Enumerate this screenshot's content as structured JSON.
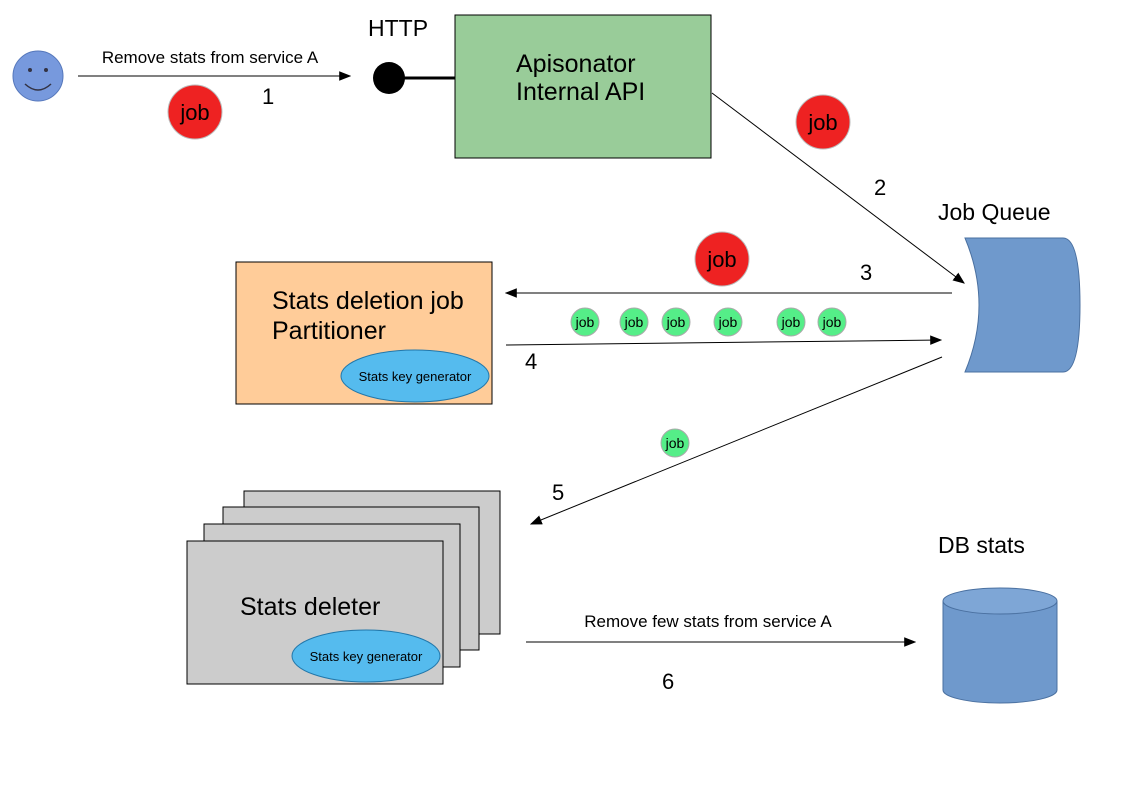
{
  "nodes": {
    "http_label": "HTTP",
    "api_title": [
      "Apisonator",
      "Internal API"
    ],
    "queue_label": "Job Queue",
    "partitioner_title": [
      "Stats deletion job",
      "Partitioner"
    ],
    "partitioner_generator": "Stats key generator",
    "deleter_title": "Stats deleter",
    "deleter_generator": "Stats key generator",
    "db_label": "DB stats"
  },
  "edges": [
    {
      "step": "1",
      "label": "Remove stats from service A"
    },
    {
      "step": "2",
      "label": ""
    },
    {
      "step": "3",
      "label": ""
    },
    {
      "step": "4",
      "label": ""
    },
    {
      "step": "5",
      "label": ""
    },
    {
      "step": "6",
      "label": "Remove few stats from service A"
    }
  ],
  "job_token": "job",
  "colors": {
    "api_fill": "#99cc99",
    "partitioner_fill": "#ffcc99",
    "deleter_fill": "#cccccc",
    "generator_fill": "#55bbee",
    "queue_fill": "#6f99cc",
    "big_job": "#ee2222",
    "small_job": "#55ee88",
    "user_face": "#7799dd"
  }
}
